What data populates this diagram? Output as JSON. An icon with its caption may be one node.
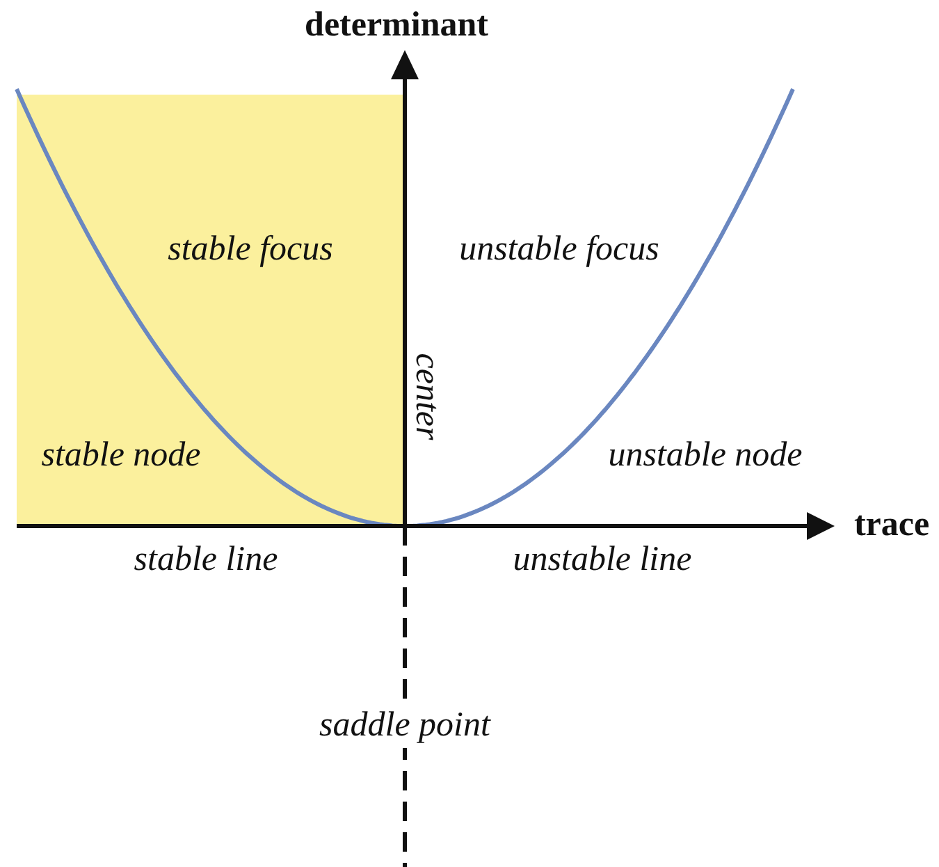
{
  "diagram": {
    "labels": [
      "determinant",
      "stable focus",
      "unstable focus",
      "center",
      "stable node",
      "unstable node",
      "trace",
      "stable line",
      "unstable line",
      "saddle point"
    ]
  }
}
